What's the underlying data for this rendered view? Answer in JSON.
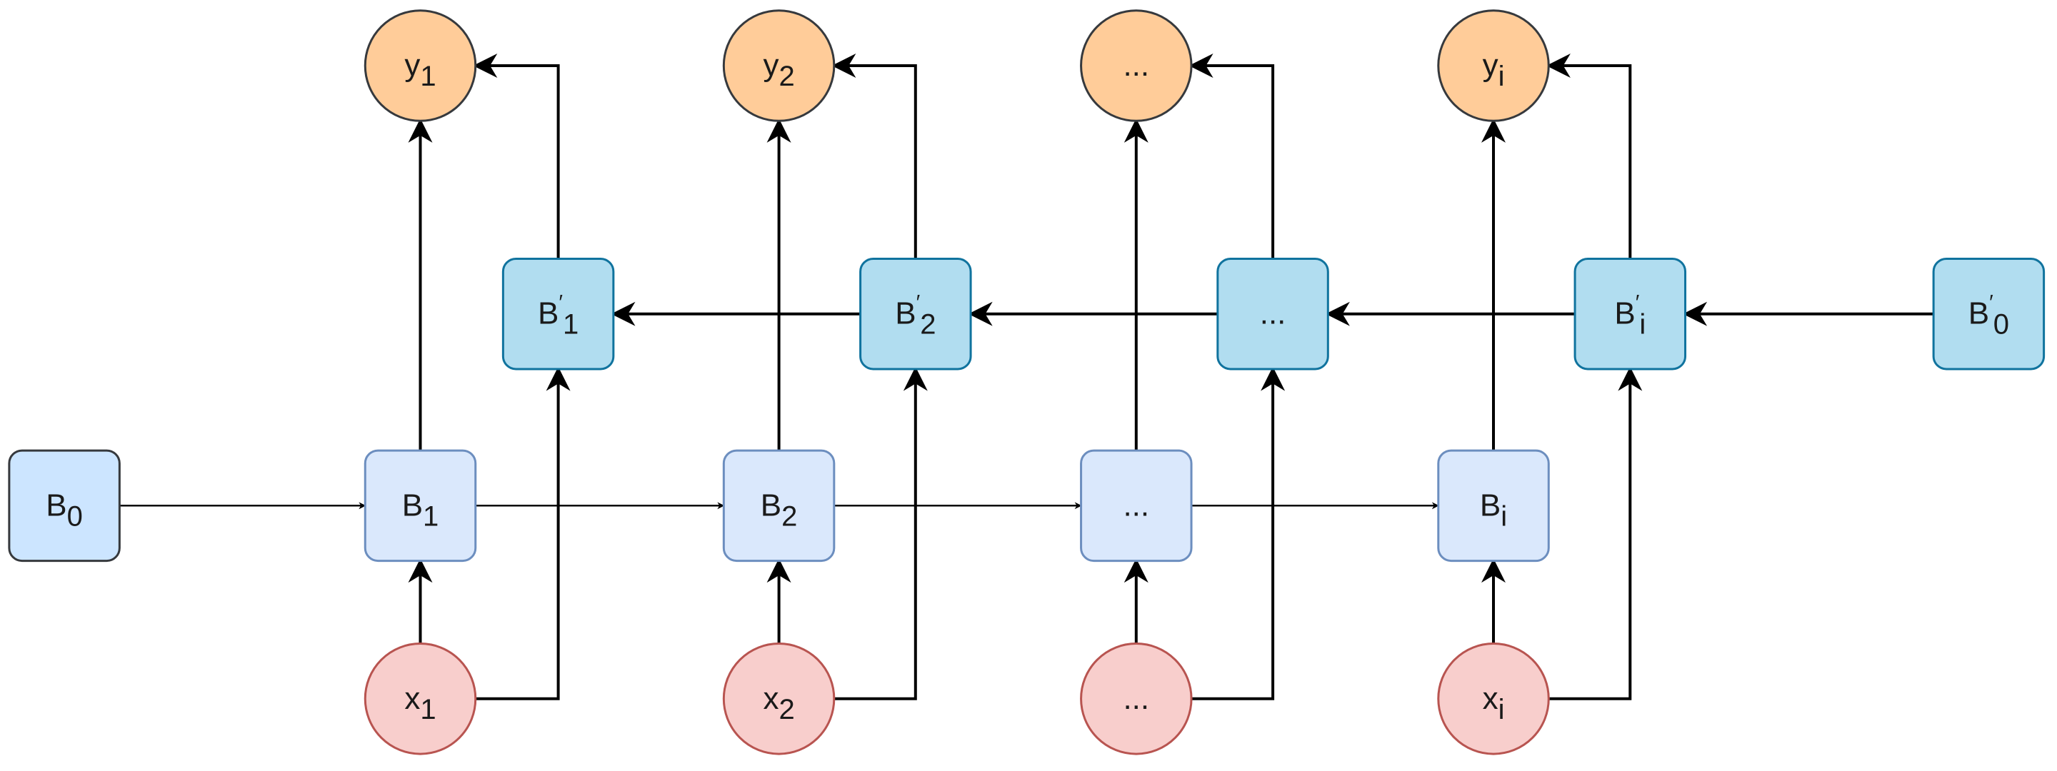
{
  "nodes": {
    "b0": {
      "base": "B",
      "sub": "0"
    },
    "b1": {
      "base": "B",
      "sub": "1"
    },
    "b2": {
      "base": "B",
      "sub": "2"
    },
    "b3": {
      "base": "..."
    },
    "bi": {
      "base": "B",
      "sub": "i"
    },
    "bp1": {
      "base": "B",
      "prime": "′",
      "sub": "1"
    },
    "bp2": {
      "base": "B",
      "prime": "′",
      "sub": "2"
    },
    "bp3": {
      "base": "..."
    },
    "bpi": {
      "base": "B",
      "prime": "′",
      "sub": "i"
    },
    "bp0": {
      "base": "B",
      "prime": "′",
      "sub": "0"
    },
    "x1": {
      "base": "x",
      "sub": "1"
    },
    "x2": {
      "base": "x",
      "sub": "2"
    },
    "x3": {
      "base": "..."
    },
    "xi": {
      "base": "x",
      "sub": "i"
    },
    "y1": {
      "base": "y",
      "sub": "1"
    },
    "y2": {
      "base": "y",
      "sub": "2"
    },
    "y3": {
      "base": "..."
    },
    "yi": {
      "base": "y",
      "sub": "i"
    }
  },
  "colors": {
    "forward_fill": "#dae8fc",
    "forward_stroke": "#6c8ebf",
    "b0_fill": "#cce5ff",
    "b0_stroke": "#36393d",
    "backward_fill": "#b1ddf0",
    "backward_stroke": "#10739e",
    "input_fill": "#f8cecc",
    "input_stroke": "#b85450",
    "output_fill": "#ffcc99",
    "output_stroke": "#36393d",
    "edge": "#000000"
  }
}
